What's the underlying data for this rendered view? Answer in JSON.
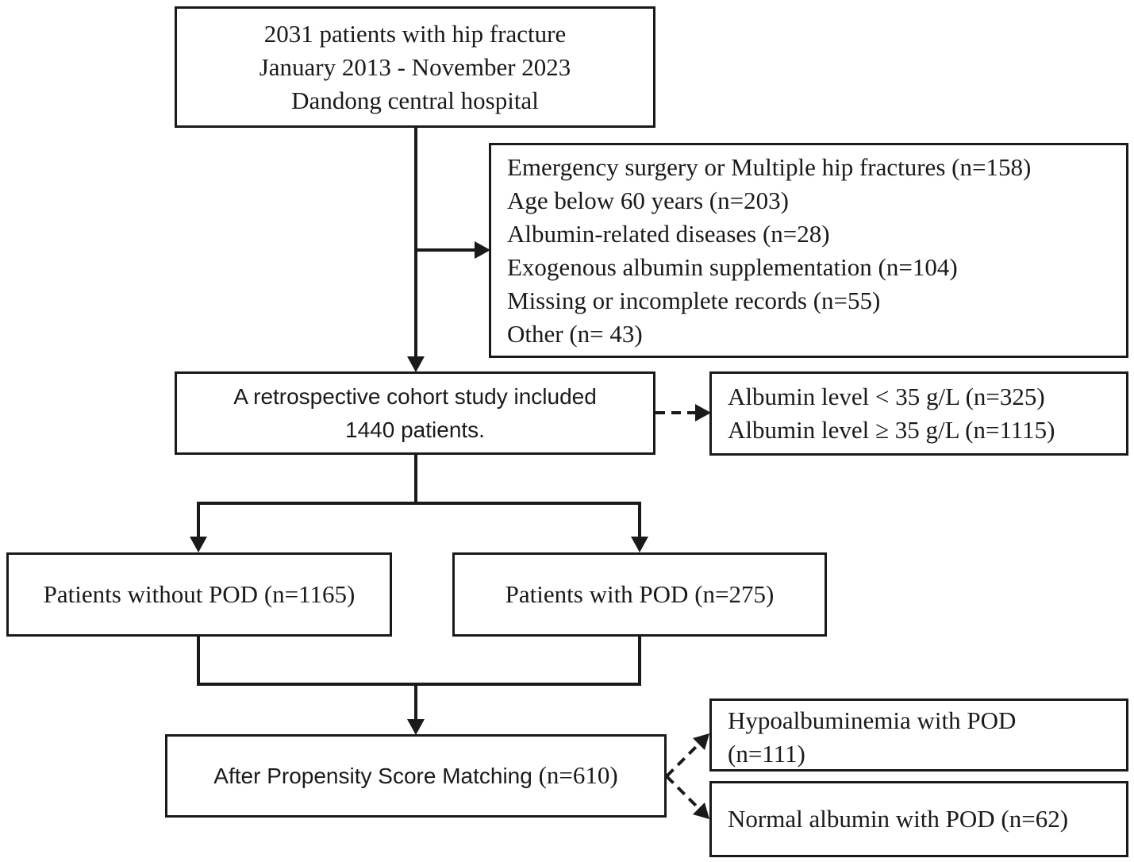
{
  "source_box": {
    "lines": [
      "2031 patients with hip fracture",
      "January 2013 - November 2023",
      "Dandong central hospital"
    ]
  },
  "exclusion_box": {
    "lines": [
      "Emergency surgery or Multiple hip fractures (n=158)",
      "Age below 60 years (n=203)",
      "Albumin-related diseases (n=28)",
      "Exogenous albumin supplementation (n=104)",
      "Missing or incomplete records (n=55)",
      "Other (n= 43)"
    ]
  },
  "cohort_box": {
    "lines": [
      "A retrospective cohort study included",
      "1440 patients."
    ]
  },
  "albumin_split_box": {
    "lines": [
      "Albumin level < 35 g/L (n=325)",
      "Albumin level ≥ 35 g/L (n=1115)"
    ]
  },
  "no_pod_box": {
    "label": "Patients without POD (n=1165)"
  },
  "pod_box": {
    "label": "Patients with POD (n=275)"
  },
  "psm_box": {
    "prefix": "After Propensity Score Matching",
    "count": " (n=610)"
  },
  "hypo_box": {
    "lines": [
      "Hypoalbuminemia with POD",
      "(n=111)"
    ]
  },
  "normal_box": {
    "label": "Normal albumin with POD (n=62)"
  },
  "colors": {
    "stroke": "#1a1a1a",
    "background": "#ffffff"
  }
}
